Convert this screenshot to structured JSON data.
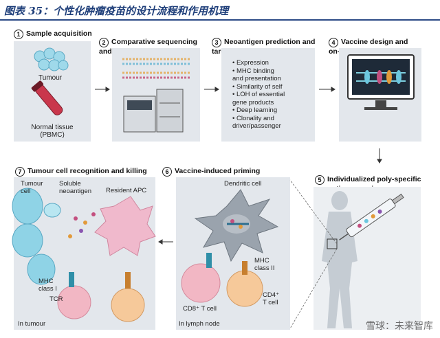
{
  "header": {
    "title": "图表 35：个性化肿瘤疫苗的设计流程和作用机理"
  },
  "steps": [
    {
      "num": "1",
      "title": "Sample acquisition"
    },
    {
      "num": "2",
      "title": "Comparative sequencing\nand mutation identification"
    },
    {
      "num": "3",
      "title": "Neoantigen prediction and\ntarget prioritization"
    },
    {
      "num": "4",
      "title": "Vaccine design and\non-demand production"
    },
    {
      "num": "5",
      "title": "Individualized poly-specific\nneoantigen vaccine"
    },
    {
      "num": "6",
      "title": "Vaccine-induced priming"
    },
    {
      "num": "7",
      "title": "Tumour cell recognition and killing"
    }
  ],
  "panel1": {
    "tumour_label": "Tumour",
    "normal_label": "Normal tissue\n(PBMC)"
  },
  "panel3": {
    "criteria": [
      "Expression",
      "MHC binding\nand presentation",
      "Similarity of self",
      "LOH of essential\ngene products",
      "Deep learning",
      "Clonality and\ndriver/passenger"
    ]
  },
  "panel6": {
    "dendritic_label": "Dendritic cell",
    "mhc2_label": "MHC\nclass II",
    "cd8_label": "CD8⁺ T cell",
    "cd4_label": "CD4⁺\nT cell",
    "location_label": "In lymph node"
  },
  "panel7": {
    "tumour_cell_label": "Tumour\ncell",
    "soluble_label": "Soluble\nneoantigen",
    "apc_label": "Resident APC",
    "mhc1_label": "MHC\nclass I",
    "tcr_label": "TCR",
    "location_label": "In tumour"
  },
  "watermark": "雪球：未来智库",
  "colors": {
    "panel_bg": "#e3e7ec",
    "title_blue": "#1f3f7a",
    "tumour_cell": "#8fd3e6",
    "tcell_pink": "#f2b7c4",
    "tcell_orange": "#f6c99a",
    "apc_pink": "#f0b9cc",
    "dendritic_grey": "#9aa3ad"
  }
}
